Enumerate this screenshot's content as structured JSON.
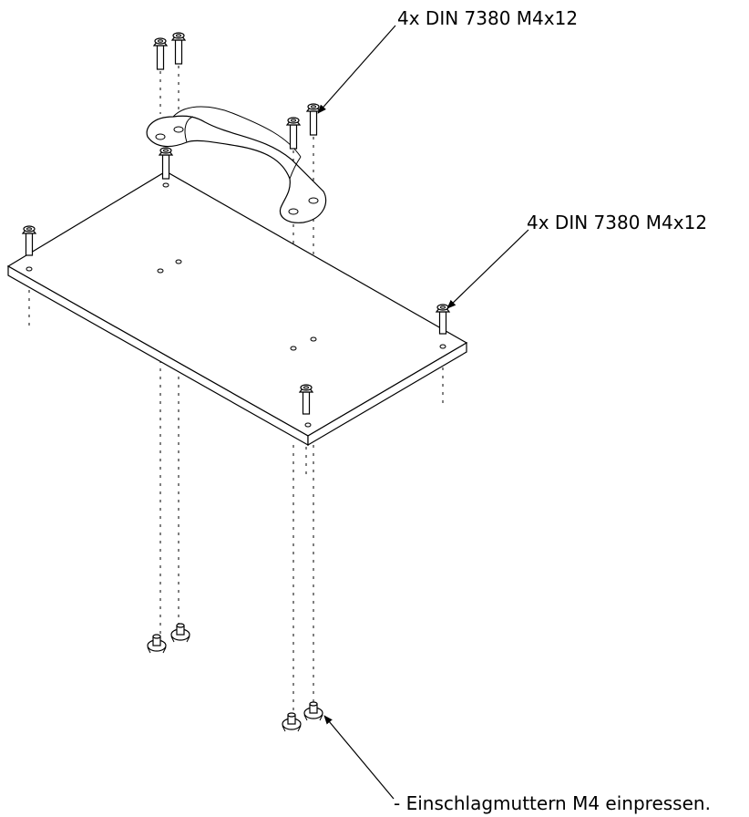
{
  "callouts": {
    "screws_handle": "4x DIN 7380 M4x12",
    "screws_plate": "4x DIN 7380 M4x12",
    "tee_nuts": "- Einschlagmuttern M4 einpressen."
  },
  "colors": {
    "line": "#000000",
    "background": "#ffffff"
  }
}
